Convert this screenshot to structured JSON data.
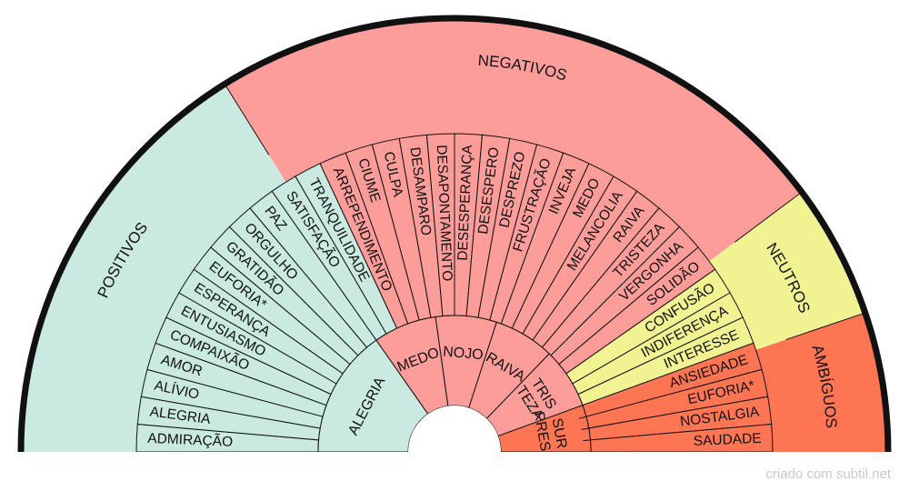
{
  "colors": {
    "positive": "#c9e9e1",
    "negative": "#fd9d9a",
    "neutral": "#f1f292",
    "ambiguous": "#fd7553",
    "outline": "#111111",
    "credit": "#c8c8c8"
  },
  "categories": {
    "positive": "POSITIVOS",
    "negative": "NEGATIVOS",
    "neutral": "NEUTROS",
    "ambiguous": "AMBÍGUOS"
  },
  "core_emotions": [
    {
      "lines": [
        "ALEGRIA"
      ],
      "group": "positive"
    },
    {
      "lines": [
        "MEDO"
      ],
      "group": "negative"
    },
    {
      "lines": [
        "NOJO"
      ],
      "group": "negative"
    },
    {
      "lines": [
        "RAIVA"
      ],
      "group": "negative"
    },
    {
      "lines": [
        "TRIS",
        "TEZA"
      ],
      "group": "negative"
    },
    {
      "lines": [
        "SUR",
        "PRESA"
      ],
      "group": "ambiguous"
    }
  ],
  "emotions": [
    {
      "label": "ADMIRAÇÃO",
      "group": "positive"
    },
    {
      "label": "ALEGRIA",
      "group": "positive"
    },
    {
      "label": "ALÍVIO",
      "group": "positive"
    },
    {
      "label": "AMOR",
      "group": "positive"
    },
    {
      "label": "COMPAIXÃO",
      "group": "positive"
    },
    {
      "label": "ENTUSIASMO",
      "group": "positive"
    },
    {
      "label": "ESPERANÇA",
      "group": "positive"
    },
    {
      "label": "EUFORIA*",
      "group": "positive"
    },
    {
      "label": "GRATIDÃO",
      "group": "positive"
    },
    {
      "label": "ORGULHO",
      "group": "positive"
    },
    {
      "label": "PAZ",
      "group": "positive"
    },
    {
      "label": "SATISFAÇÃO",
      "group": "positive"
    },
    {
      "label": "TRANQUILIDADE",
      "group": "positive"
    },
    {
      "label": "ARREPENDIMENTO",
      "group": "negative"
    },
    {
      "label": "CIUME",
      "group": "negative"
    },
    {
      "label": "CULPA",
      "group": "negative"
    },
    {
      "label": "DESAMPARO",
      "group": "negative"
    },
    {
      "label": "DESAPONTAMENTO",
      "group": "negative"
    },
    {
      "label": "DESESPERANÇA",
      "group": "negative"
    },
    {
      "label": "DESESPERO",
      "group": "negative"
    },
    {
      "label": "DESPREZO",
      "group": "negative"
    },
    {
      "label": "FRUSTRAÇÃO",
      "group": "negative"
    },
    {
      "label": "INVEJA",
      "group": "negative"
    },
    {
      "label": "MEDO",
      "group": "negative"
    },
    {
      "label": "MELANCOLIA",
      "group": "negative"
    },
    {
      "label": "RAIVA",
      "group": "negative"
    },
    {
      "label": "TRISTEZA",
      "group": "negative"
    },
    {
      "label": "VERGONHA",
      "group": "negative"
    },
    {
      "label": "SOLIDÃO",
      "group": "negative"
    },
    {
      "label": "CONFUSÃO",
      "group": "neutral"
    },
    {
      "label": "INDIFERENÇA",
      "group": "neutral"
    },
    {
      "label": "INTERESSE",
      "group": "neutral"
    },
    {
      "label": "ANSIEDADE",
      "group": "ambiguous"
    },
    {
      "label": "EUFORIA*",
      "group": "ambiguous"
    },
    {
      "label": "NOSTALGIA",
      "group": "ambiguous"
    },
    {
      "label": "SAUDADE",
      "group": "ambiguous"
    }
  ],
  "credit": "criado com subtil.net"
}
